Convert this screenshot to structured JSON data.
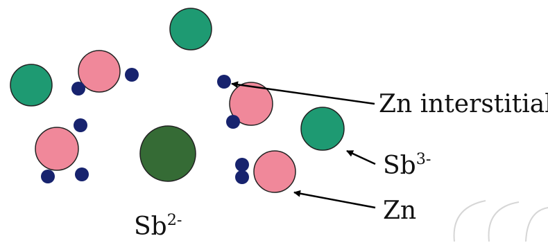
{
  "labels": {
    "zn_interstitial": "Zn interstitial",
    "sb3_base": "Sb",
    "sb3_charge": "3-",
    "zn": "Zn",
    "sb2_base": "Sb",
    "sb2_charge": "2-"
  },
  "colors": {
    "sb3_atom": "#1e9a72",
    "sb2_atom": "#356b35",
    "zn_atom": "#f0889a",
    "zn_interstitial_atom": "#17236e",
    "atom_outline": "#222222",
    "arrow": "#000000",
    "watermark": "#d6d6d6"
  }
}
